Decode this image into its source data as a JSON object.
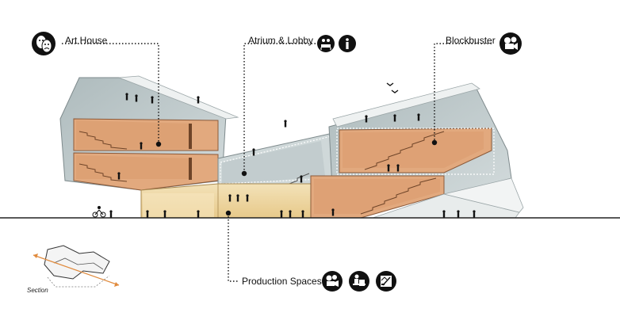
{
  "labels": {
    "art_house": "Art House",
    "atrium_lobby": "Atrium & Lobby",
    "blockbuster": "Blockbuster",
    "production_spaces": "Production Spaces",
    "section": "Section"
  },
  "icons": [
    {
      "name": "theater-masks-icon"
    },
    {
      "name": "ticket-counter-icon"
    },
    {
      "name": "info-icon"
    },
    {
      "name": "film-camera-icon"
    },
    {
      "name": "film-camera-icon"
    },
    {
      "name": "editing-desk-icon"
    },
    {
      "name": "design-studio-icon"
    }
  ],
  "colors": {
    "auditorium": "#e2a97e",
    "auditorium_dark": "#c98a5e",
    "shell": "#b8c3c5",
    "shell_light": "#dfe5e6",
    "atrium": "#cfd8d9",
    "production": "#ead29c",
    "ground": "#222222",
    "icon": "#111111"
  }
}
